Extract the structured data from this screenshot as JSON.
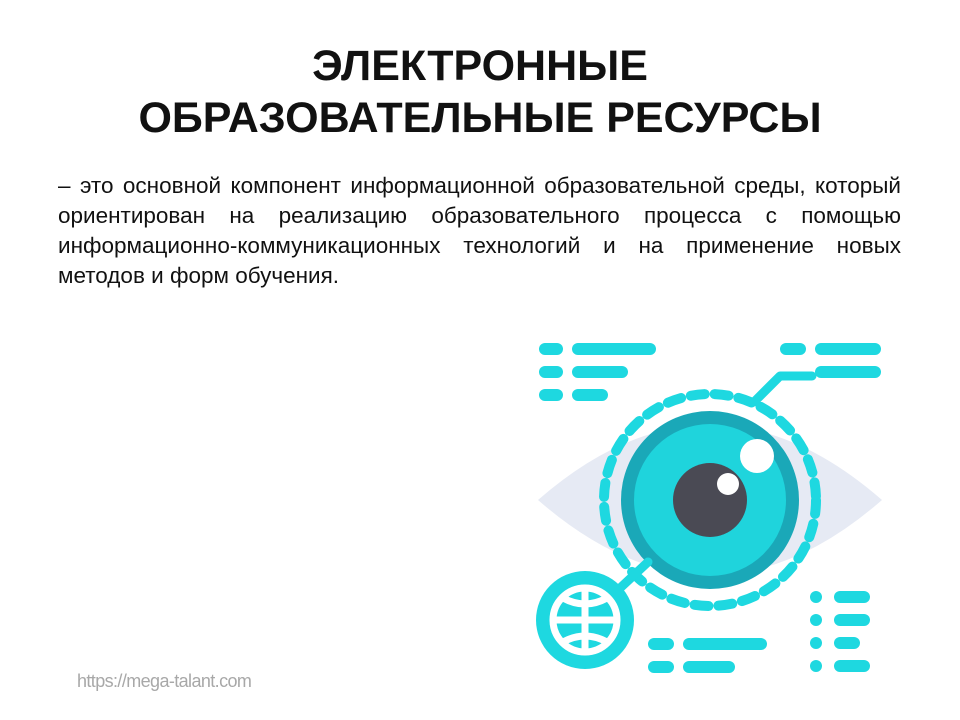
{
  "slide": {
    "title_line1": "ЭЛЕКТРОННЫЕ",
    "title_line2": "ОБРАЗОВАТЕЛЬНЫЕ РЕСУРСЫ",
    "definition": "– это основной компонент информационной образовательной среды, который ориентирован на реализацию образовательного процесса с помощью информационно-коммуникационных технологий и на применение новых методов и форм обучения."
  },
  "watermark": {
    "text": "https://mega-talant.com"
  },
  "illustration": {
    "icon": "eye-technology-icon",
    "colors": {
      "accent": "#1ed8e0",
      "iris_outer": "#1aa8b8",
      "iris_inner": "#1fd4dc",
      "pupil": "#4a4a54",
      "sclera": "#e6eaf4"
    }
  }
}
